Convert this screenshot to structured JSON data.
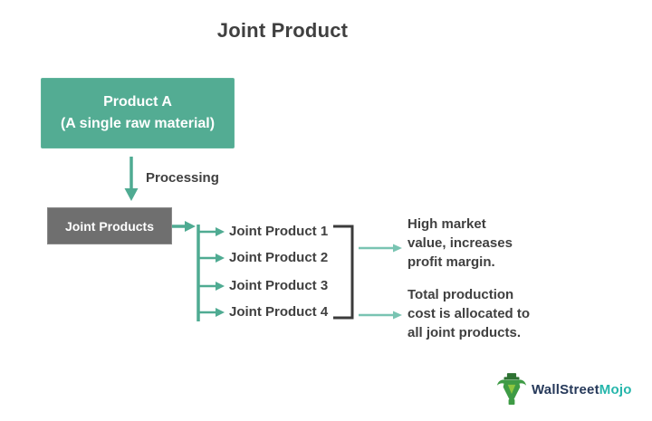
{
  "title": "Joint Product",
  "colors": {
    "teal": "#53AC93",
    "arrow": "#4FAB92",
    "arrow-light": "#79C4B2",
    "gray-box": "#6F6F6F",
    "text-dark": "#404040",
    "bracket": "#3b3b3b",
    "logo-navy": "#26395A",
    "logo-teal": "#25B6AB",
    "logo-green": "#3E9B45",
    "logo-green-dark": "#2E7233",
    "logo-lime": "#8DC63F"
  },
  "source_box": {
    "line1": "Product A",
    "line2": "(A single raw material)"
  },
  "process_label": "Processing",
  "joint_box_label": "Joint Products",
  "products": [
    "Joint Product 1",
    "Joint Product 2",
    "Joint Product 3",
    "Joint Product 4"
  ],
  "annotations": {
    "benefit": "High market\nvalue, increases\nprofit margin.",
    "cost": "Total production\ncost is allocated to\nall joint products."
  },
  "logo": {
    "part1": "WallStreet",
    "part2": "Mojo"
  }
}
